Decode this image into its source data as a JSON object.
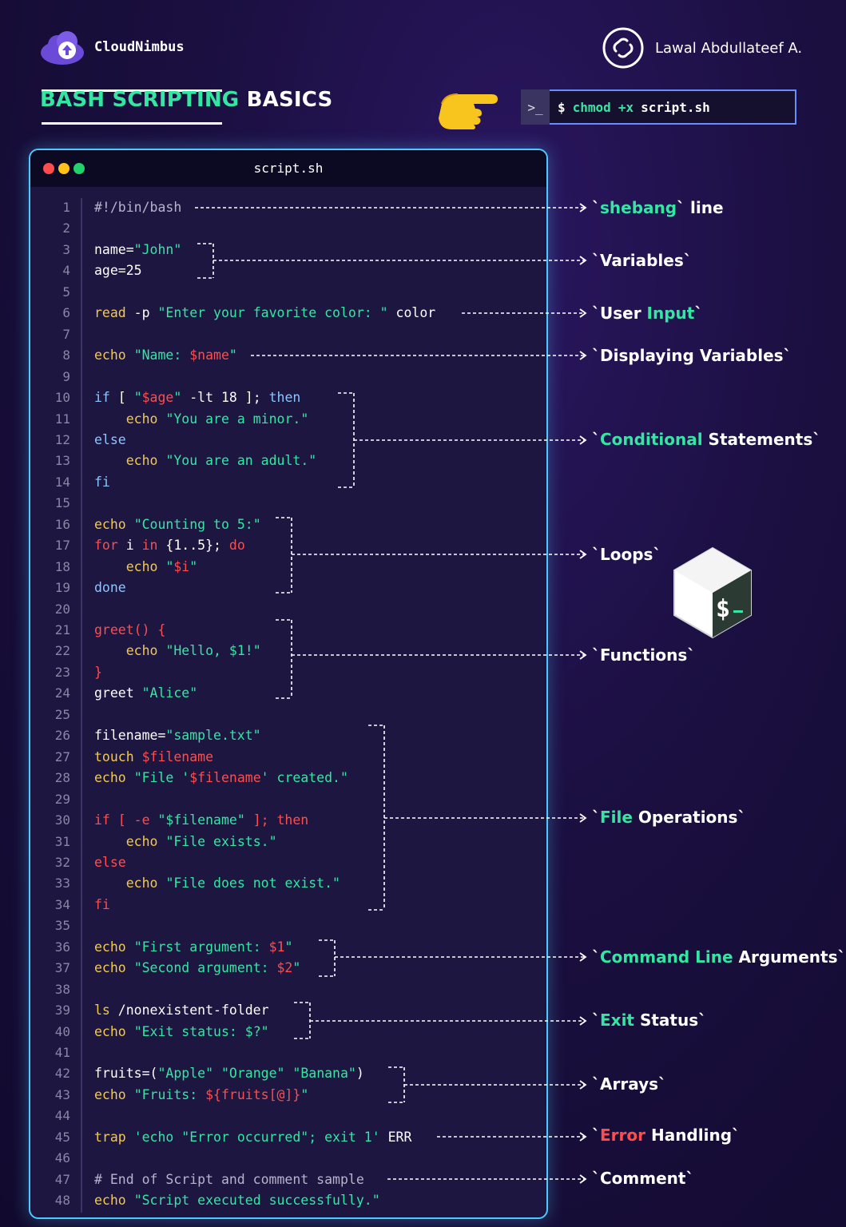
{
  "brand": {
    "name": "CloudNimbus"
  },
  "author": {
    "name": "Lawal Abdullateef A."
  },
  "title": {
    "highlight": "BASH SCRIPTING",
    "rest": "BASICS"
  },
  "command": {
    "prompt_icon": ">_",
    "dollar": "$",
    "cmd": "chmod",
    "opt": "+x",
    "file": "script.sh"
  },
  "editor": {
    "filename": "script.sh",
    "line_numbers": [
      "1",
      "2",
      "3",
      "4",
      "5",
      "6",
      "7",
      "8",
      "9",
      "10",
      "11",
      "12",
      "13",
      "14",
      "15",
      "16",
      "17",
      "18",
      "19",
      "20",
      "21",
      "22",
      "23",
      "24",
      "25",
      "26",
      "27",
      "28",
      "29",
      "30",
      "31",
      "32",
      "33",
      "34",
      "35",
      "36",
      "37",
      "38",
      "39",
      "40",
      "41",
      "42",
      "43",
      "44",
      "45",
      "46",
      "47",
      "48"
    ],
    "lines": [
      [
        [
          "cm",
          "#!/bin/bash"
        ]
      ],
      [],
      [
        [
          "w",
          "name="
        ],
        [
          "g",
          "\"John\""
        ]
      ],
      [
        [
          "w",
          "age=25"
        ]
      ],
      [],
      [
        [
          "y",
          "read"
        ],
        [
          "w",
          " -p "
        ],
        [
          "g",
          "\"Enter your favorite color: \""
        ],
        [
          "w",
          " color"
        ]
      ],
      [],
      [
        [
          "y",
          "echo"
        ],
        [
          "w",
          " "
        ],
        [
          "g",
          "\"Name: "
        ],
        [
          "r",
          "$name"
        ],
        [
          "g",
          "\""
        ]
      ],
      [],
      [
        [
          "b",
          "if"
        ],
        [
          "w",
          " [ "
        ],
        [
          "g",
          "\""
        ],
        [
          "r",
          "$age"
        ],
        [
          "g",
          "\""
        ],
        [
          "w",
          " -lt 18 ]; "
        ],
        [
          "b",
          "then"
        ]
      ],
      [
        [
          "w",
          "    "
        ],
        [
          "y",
          "echo"
        ],
        [
          "w",
          " "
        ],
        [
          "g",
          "\"You are a minor.\""
        ]
      ],
      [
        [
          "b",
          "else"
        ]
      ],
      [
        [
          "w",
          "    "
        ],
        [
          "y",
          "echo"
        ],
        [
          "w",
          " "
        ],
        [
          "g",
          "\"You are an adult.\""
        ]
      ],
      [
        [
          "b",
          "fi"
        ]
      ],
      [],
      [
        [
          "y",
          "echo"
        ],
        [
          "w",
          " "
        ],
        [
          "g",
          "\"Counting to 5:\""
        ]
      ],
      [
        [
          "r",
          "for"
        ],
        [
          "w",
          " i "
        ],
        [
          "r",
          "in"
        ],
        [
          "w",
          " {1..5}; "
        ],
        [
          "r",
          "do"
        ]
      ],
      [
        [
          "w",
          "    "
        ],
        [
          "y",
          "echo"
        ],
        [
          "w",
          " "
        ],
        [
          "g",
          "\""
        ],
        [
          "r",
          "$i"
        ],
        [
          "g",
          "\""
        ]
      ],
      [
        [
          "b",
          "done"
        ]
      ],
      [],
      [
        [
          "r",
          "greet() {"
        ]
      ],
      [
        [
          "w",
          "    "
        ],
        [
          "y",
          "echo"
        ],
        [
          "w",
          " "
        ],
        [
          "g",
          "\"Hello, $1!\""
        ]
      ],
      [
        [
          "r",
          "}"
        ]
      ],
      [
        [
          "w",
          "greet "
        ],
        [
          "g",
          "\"Alice\""
        ]
      ],
      [],
      [
        [
          "w",
          "filename="
        ],
        [
          "g",
          "\"sample.txt\""
        ]
      ],
      [
        [
          "y",
          "touch"
        ],
        [
          "w",
          " "
        ],
        [
          "r",
          "$filename"
        ]
      ],
      [
        [
          "y",
          "echo"
        ],
        [
          "w",
          " "
        ],
        [
          "g",
          "\"File '"
        ],
        [
          "r",
          "$filename"
        ],
        [
          "g",
          "' created.\""
        ]
      ],
      [],
      [
        [
          "r",
          "if [ -e "
        ],
        [
          "g",
          "\"$filename\""
        ],
        [
          "r",
          " ]; then"
        ]
      ],
      [
        [
          "w",
          "    "
        ],
        [
          "y",
          "echo"
        ],
        [
          "w",
          " "
        ],
        [
          "g",
          "\"File exists.\""
        ]
      ],
      [
        [
          "r",
          "else"
        ]
      ],
      [
        [
          "w",
          "    "
        ],
        [
          "y",
          "echo"
        ],
        [
          "w",
          " "
        ],
        [
          "g",
          "\"File does not exist.\""
        ]
      ],
      [
        [
          "r",
          "fi"
        ]
      ],
      [],
      [
        [
          "y",
          "echo"
        ],
        [
          "w",
          " "
        ],
        [
          "g",
          "\"First argument: "
        ],
        [
          "r",
          "$1"
        ],
        [
          "g",
          "\""
        ]
      ],
      [
        [
          "y",
          "echo"
        ],
        [
          "w",
          " "
        ],
        [
          "g",
          "\"Second argument: "
        ],
        [
          "r",
          "$2"
        ],
        [
          "g",
          "\""
        ]
      ],
      [],
      [
        [
          "y",
          "ls"
        ],
        [
          "w",
          " /nonexistent-folder"
        ]
      ],
      [
        [
          "y",
          "echo"
        ],
        [
          "w",
          " "
        ],
        [
          "g",
          "\"Exit status: $?\""
        ]
      ],
      [],
      [
        [
          "w",
          "fruits=("
        ],
        [
          "g",
          "\"Apple\""
        ],
        [
          "w",
          " "
        ],
        [
          "g",
          "\"Orange\""
        ],
        [
          "w",
          " "
        ],
        [
          "g",
          "\"Banana\""
        ],
        [
          "w",
          ")"
        ]
      ],
      [
        [
          "y",
          "echo"
        ],
        [
          "w",
          " "
        ],
        [
          "g",
          "\"Fruits: "
        ],
        [
          "r",
          "${fruits[@]}"
        ],
        [
          "g",
          "\""
        ]
      ],
      [],
      [
        [
          "y",
          "trap"
        ],
        [
          "w",
          " "
        ],
        [
          "g",
          "'echo \"Error occurred\"; exit 1'"
        ],
        [
          "w",
          " ERR"
        ]
      ],
      [],
      [
        [
          "cm",
          "# End of Script and comment sample"
        ]
      ],
      [
        [
          "y",
          "echo"
        ],
        [
          "w",
          " "
        ],
        [
          "g",
          "\"Script executed successfully.\""
        ]
      ]
    ]
  },
  "annotations": [
    {
      "parts": [
        [
          "w",
          "`"
        ],
        [
          "g",
          "shebang"
        ],
        [
          "w",
          "` line"
        ]
      ]
    },
    {
      "parts": [
        [
          "w",
          "`Variables`"
        ]
      ]
    },
    {
      "parts": [
        [
          "w",
          "`User "
        ],
        [
          "g",
          "Input"
        ],
        [
          "w",
          "`"
        ]
      ]
    },
    {
      "parts": [
        [
          "w",
          "`Displaying Variables`"
        ]
      ]
    },
    {
      "parts": [
        [
          "w",
          "`"
        ],
        [
          "g",
          "Conditional"
        ],
        [
          "w",
          " Statements`"
        ]
      ]
    },
    {
      "parts": [
        [
          "w",
          "`Loops`"
        ]
      ]
    },
    {
      "parts": [
        [
          "w",
          "`Functions`"
        ]
      ]
    },
    {
      "parts": [
        [
          "w",
          "`"
        ],
        [
          "g",
          "File"
        ],
        [
          "w",
          " Operations`"
        ]
      ]
    },
    {
      "parts": [
        [
          "w",
          "`"
        ],
        [
          "g",
          "Command Line"
        ],
        [
          "w",
          " Arguments`"
        ]
      ]
    },
    {
      "parts": [
        [
          "w",
          "`"
        ],
        [
          "g",
          "Exit"
        ],
        [
          "w",
          " Status`"
        ]
      ]
    },
    {
      "parts": [
        [
          "w",
          "`Arrays`"
        ]
      ]
    },
    {
      "parts": [
        [
          "w",
          "`"
        ],
        [
          "r",
          "Error"
        ],
        [
          "w",
          " Handling`"
        ]
      ]
    },
    {
      "parts": [
        [
          "w",
          "`Comment`"
        ]
      ]
    }
  ],
  "colors": {
    "accent_green": "#35e6a3",
    "accent_red": "#ff4d4d",
    "keyword_blue": "#8ec5ff",
    "keyword_yellow": "#f2c94c",
    "editor_border": "#4ec8ff"
  }
}
